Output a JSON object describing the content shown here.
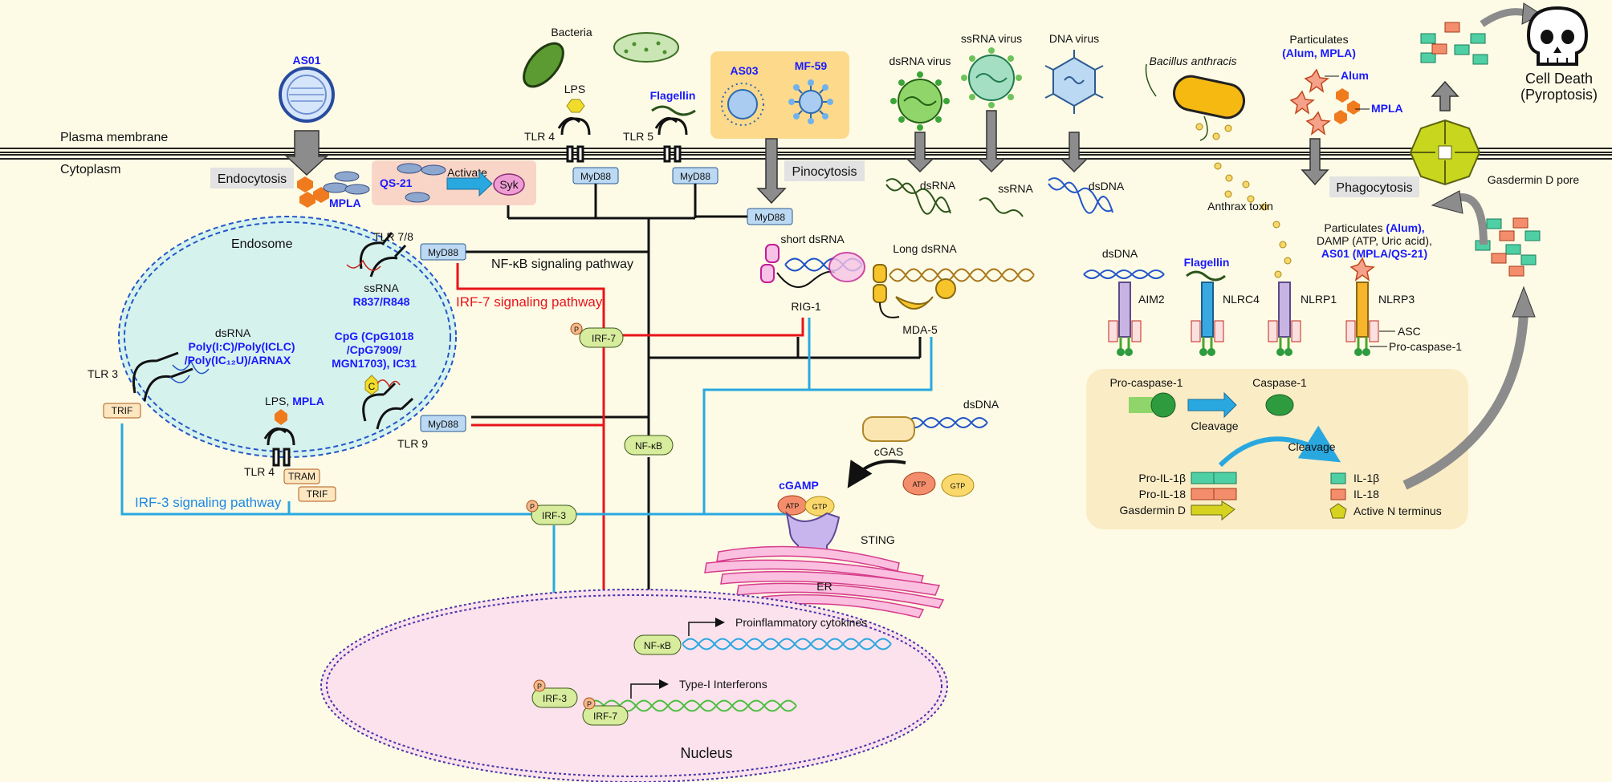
{
  "membrane": {
    "plasma": "Plasma membrane",
    "cytoplasm": "Cytoplasm"
  },
  "compartments": {
    "endosome": "Endosome",
    "nucleus": "Nucleus",
    "er": "ER"
  },
  "uptake": {
    "endocytosis": "Endocytosis",
    "pinocytosis": "Pinocytosis",
    "phagocytosis": "Phagocytosis"
  },
  "adjuvants": {
    "as01": "AS01",
    "as03": "AS03",
    "mf59": "MF-59",
    "qs21": "QS-21",
    "activate": "Activate",
    "syk": "Syk",
    "mpla": "MPLA",
    "flagellin": "Flagellin",
    "flagellin2": "Flagellin"
  },
  "pathogens": {
    "bacteria": "Bacteria",
    "lps": "LPS",
    "dsrna_virus": "dsRNA virus",
    "ssrna_virus": "ssRNA virus",
    "dna_virus": "DNA virus",
    "bacillus": "Bacillus anthracis",
    "particulates_title": "Particulates",
    "particulates_list": "(Alum, MPLA)",
    "alum": "Alum",
    "mpla2": "MPLA",
    "anthrax_toxin": "Anthrax toxin"
  },
  "receptors": {
    "tlr4": "TLR 4",
    "tlr5": "TLR 5",
    "tlr78": "TLR 7/8",
    "tlr3": "TLR 3",
    "tlr4b": "TLR 4",
    "tlr9": "TLR 9",
    "rig1": "RIG-1",
    "mda5": "MDA-5",
    "aim2": "AIM2",
    "nlrc4": "NLRC4",
    "nlrp1": "NLRP1",
    "nlrp3": "NLRP3",
    "asc": "ASC",
    "procasp_label": "Pro-caspase-1"
  },
  "adapters": {
    "myd88": "MyD88",
    "trif": "TRIF",
    "tram": "TRAM"
  },
  "ligands": {
    "ssrna": "ssRNA",
    "r837": "R837/R848",
    "dsrna_title": "dsRNA",
    "polyic1": "Poly(I:C)/Poly(ICLC)",
    "polyic2": "/Poly(IC₁₂U)/ARNAX",
    "cpg1": "CpG (CpG1018",
    "cpg2": "/CpG7909/",
    "cpg3": "MGN1703), IC31",
    "lps_mpla": "LPS, ",
    "lps_mpla_b": "MPLA",
    "cpg_c": "C",
    "short_dsrna": "short dsRNA",
    "long_dsrna": "Long dsRNA",
    "dsrna": "dsRNA",
    "ssrna2": "ssRNA",
    "dsdna": "dsDNA",
    "dsdna2": "dsDNA",
    "dsdna3": "dsDNA"
  },
  "pathways": {
    "nfkb": "NF-κB signaling pathway",
    "irf7": "IRF-7 signaling pathway",
    "irf3": "IRF-3 signaling pathway"
  },
  "factors": {
    "irf7": "IRF-7",
    "irf3": "IRF-3",
    "nfkb": "NF-κB",
    "p": "P"
  },
  "cgas": {
    "cgas": "cGAS",
    "cgamp": "cGAMP",
    "atp": "ATP",
    "gtp": "GTP",
    "sting": "STING"
  },
  "nucleus": {
    "proinflammatory": "Proinflammatory cytokines",
    "type1": "Type-I Interferons"
  },
  "inflammasome": {
    "procasp": "Pro-caspase-1",
    "casp": "Caspase-1",
    "cleavage": "Cleavage",
    "cleavage2": "Cleavage",
    "pro_il1b": "Pro-IL-1β",
    "pro_il18": "Pro-IL-18",
    "gsdmd": "Gasdermin D",
    "il1b": "IL-1β",
    "il18": "IL-18",
    "active_n": "Active N terminus"
  },
  "nlrp3_panel": {
    "line1a": "Particulates ",
    "line1b": "(Alum),",
    "line2": "DAMP (ATP, Uric acid),",
    "line3": "AS01 (MPLA/QS-21)"
  },
  "pyroptosis": {
    "pore": "Gasdermin D pore",
    "death1": "Cell Death",
    "death2": "(Pyroptosis)"
  },
  "colors": {
    "blue_text": "#1a1aff",
    "red_path": "#e8141a",
    "cyan_path": "#29a8e0",
    "myd88": "#bcd9f3",
    "factor": "#d7ec9c",
    "panel": "#faecc5"
  }
}
